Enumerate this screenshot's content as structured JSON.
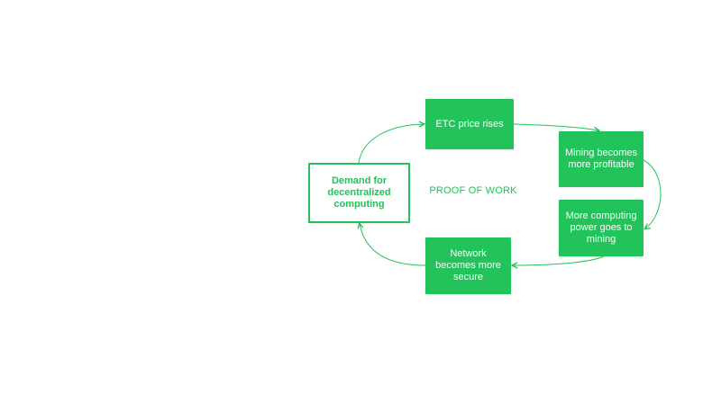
{
  "diagram": {
    "accent_color": "#22c35a",
    "center_label": "PROOF OF WORK",
    "nodes": {
      "demand": "Demand for decentralized computing",
      "price": "ETC price rises",
      "mining": "Mining becomes more profitable",
      "computing": "More computing power goes to mining",
      "network": "Network becomes more secure"
    }
  }
}
